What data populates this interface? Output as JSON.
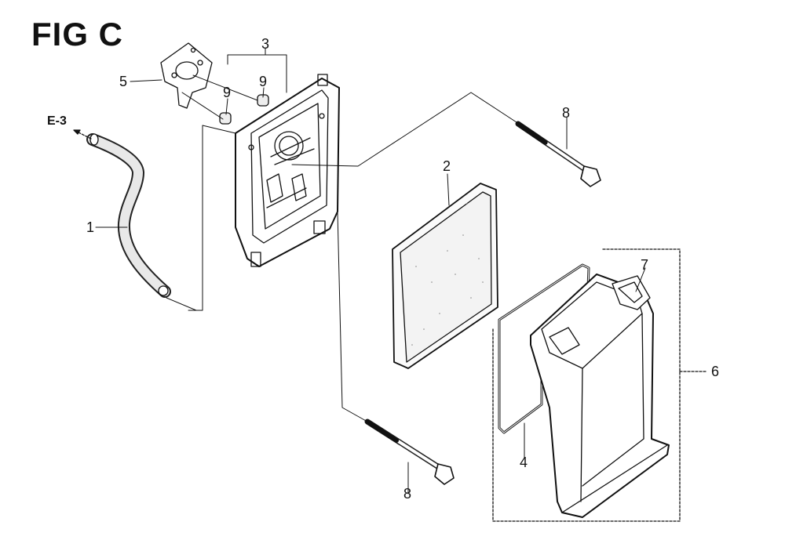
{
  "figure": {
    "title": "FIG C",
    "reference": "E-3"
  },
  "callouts": {
    "hose": "1",
    "filter_element": "2",
    "collar_group": "3",
    "cover_gasket": "4",
    "base_gasket": "5",
    "cover_assembly": "6",
    "cover_insert": "7",
    "bolt_upper": "8",
    "bolt_lower": "8",
    "collar_a": "9",
    "collar_b": "9"
  }
}
